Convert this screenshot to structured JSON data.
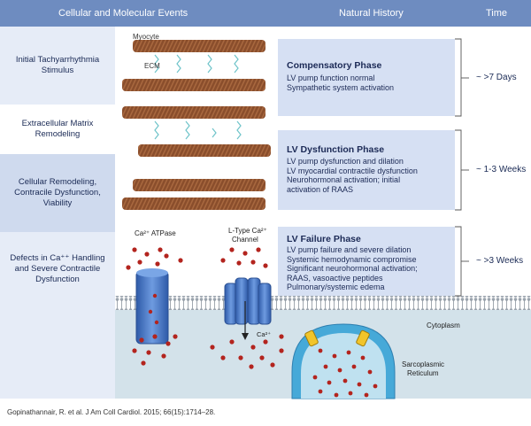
{
  "header": {
    "col1": "Cellular and Molecular Events",
    "col2": "Natural History",
    "col3": "Time"
  },
  "events": [
    {
      "text": "Initial Tachyarrhythmia Stimulus"
    },
    {
      "text": "Extracellular Matrix Remodeling"
    },
    {
      "text": "Cellular Remodeling, Contracile Dysfunction, Viability"
    },
    {
      "text": "Defects in Ca⁺⁺ Handling and Severe Contractile Dysfunction"
    }
  ],
  "diagram_labels": {
    "myocyte": "Myocyte",
    "ecm": "ECM",
    "ca_atpase": "Ca²⁺ ATPase",
    "ltype_line1": "L-Type Ca²⁺",
    "ltype_line2": "Channel",
    "ca_ion": "Ca²⁺",
    "cytoplasm": "Cytoplasm",
    "sr_line1": "Sarcoplasmic",
    "sr_line2": "Reticulum"
  },
  "phases": [
    {
      "title": "Compensatory Phase",
      "lines": [
        "LV pump function normal",
        "Sympathetic system activation"
      ],
      "time": "~ >7 Days"
    },
    {
      "title": "LV Dysfunction Phase",
      "lines": [
        "LV pump dysfunction and dilation",
        "LV myocardial contractile dysfunction",
        "Neurohormonal activation; initial",
        "activation of RAAS"
      ],
      "time": "~ 1-3 Weeks"
    },
    {
      "title": "LV Failure Phase",
      "lines": [
        "LV pump failure and severe dilation",
        "Systemic hemodynamic compromise",
        "Significant neurohormonal activation;",
        "RAAS, vasoactive peptides",
        "Pulmonary/systemic edema"
      ],
      "time": "~ >3 Weeks"
    }
  ],
  "citation": "Gopinathannair, R. et al. J Am Coll Cardiol. 2015; 66(15):1714–28.",
  "colors": {
    "header": "#6e8cc0",
    "event_light": "#e6ecf7",
    "event_dark": "#cfdaee",
    "phase_box": "#d6e0f3",
    "cytoplasm": "#d3e2ea",
    "fiber": "#8a4e2c",
    "channel": "#3f6dbd",
    "ion": "#b3241e"
  }
}
